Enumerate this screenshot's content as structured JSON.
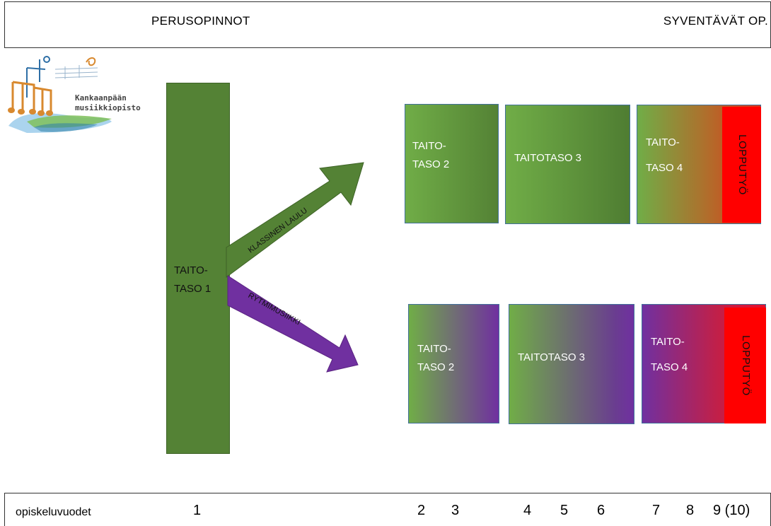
{
  "header": {
    "left_label": "PERUSOPINNOT",
    "right_label": "SYVENTÄVÄT OP."
  },
  "logo": {
    "line1": "Kankaanpään",
    "line2": "musiikkiopisto",
    "icon": "music-notes-logo-icon"
  },
  "level1": {
    "line1": "TAITO-",
    "line2": "TASO 1"
  },
  "tracks": [
    {
      "arrow_label": "KLASSINEN LAULU",
      "arrow_color": "#548235",
      "levels": [
        {
          "line1": "TAITO-",
          "line2": "TASO 2"
        },
        {
          "line1": "TAITOTASO 3",
          "line2": ""
        },
        {
          "line1": "TAITO-",
          "line2": "TASO 4"
        }
      ],
      "final_label": "LOPPUTYÖ"
    },
    {
      "arrow_label": "RYTMIMUSIIKKI",
      "arrow_color": "#7030a0",
      "levels": [
        {
          "line1": "TAITO-",
          "line2": "TASO 2"
        },
        {
          "line1": "TAITOTASO 3",
          "line2": ""
        },
        {
          "line1": "TAITO-",
          "line2": "TASO 4"
        }
      ],
      "final_label": "LOPPUTYÖ"
    }
  ],
  "footer": {
    "label": "opiskeluvuodet",
    "years": [
      "1",
      "2",
      "3",
      "4",
      "5",
      "6",
      "7",
      "8",
      "9 (10)"
    ]
  },
  "colors": {
    "green": "#548235",
    "purple": "#7030a0",
    "red": "#ff0000"
  }
}
